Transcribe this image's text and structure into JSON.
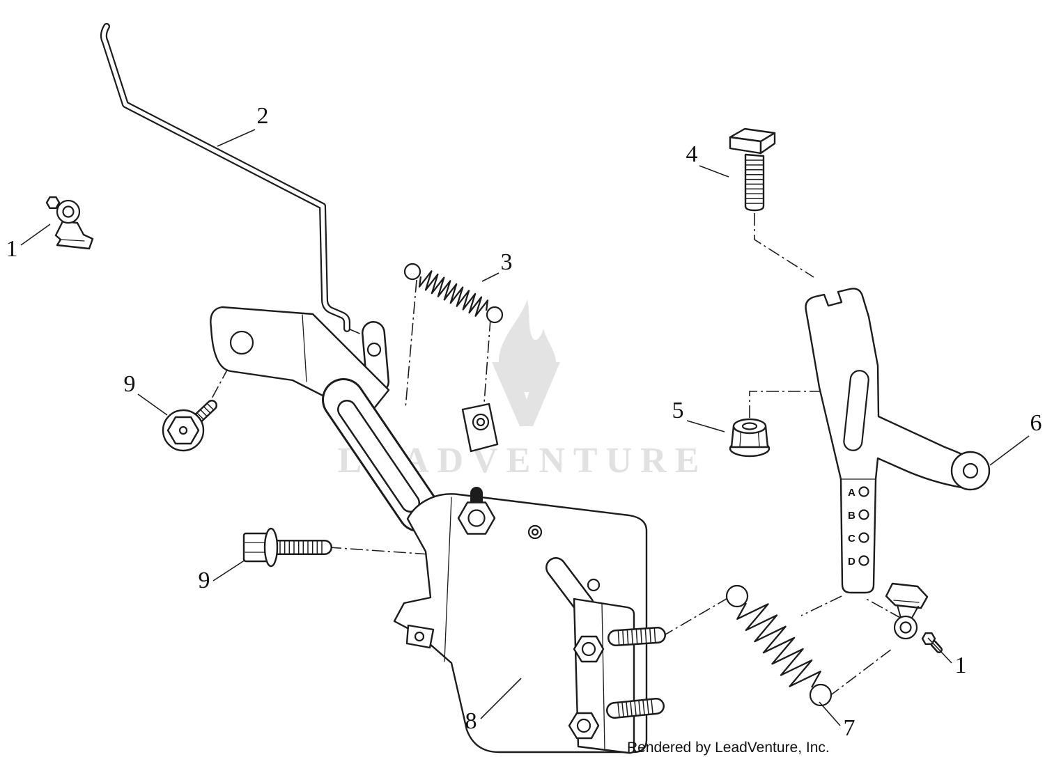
{
  "diagram": {
    "watermark_text": "LEADVENTURE",
    "footer_credit": "Rendered by LeadVenture, Inc.",
    "callouts": {
      "part1_top_left": "1",
      "rod": "2",
      "small_spring": "3",
      "square_head_bolt": "4",
      "flange_nut": "5",
      "idler_bracket": "6",
      "large_spring": "7",
      "main_bracket": "8",
      "flange_bolt_upper": "9",
      "flange_bolt_lower": "9",
      "part1_bottom_right": "1"
    },
    "bracket_hole_labels": [
      "A",
      "B",
      "C",
      "D"
    ]
  }
}
